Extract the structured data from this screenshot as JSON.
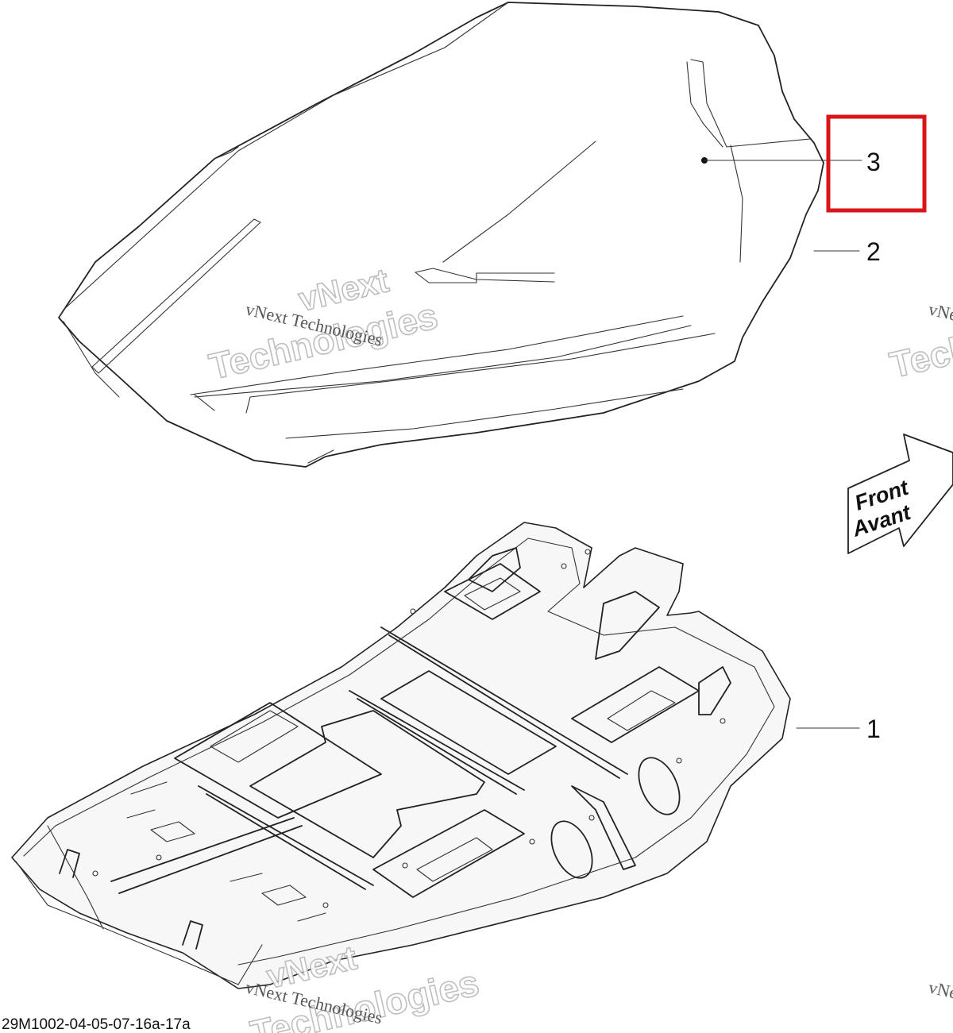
{
  "callouts": [
    {
      "number": "1"
    },
    {
      "number": "2"
    },
    {
      "number": "3"
    }
  ],
  "highlighted_callout": "3",
  "front_arrow": {
    "line1": "Front",
    "line2": "Avant"
  },
  "watermark": {
    "serif_text": "vNext Technologies",
    "outline_line1": "vNext",
    "outline_line2": "Technologies"
  },
  "reference_code": "29M1002-04-05-07-16a-17a",
  "colors": {
    "highlight": "#d9151b",
    "line": "#222222",
    "watermark": "#b8b8b8"
  }
}
